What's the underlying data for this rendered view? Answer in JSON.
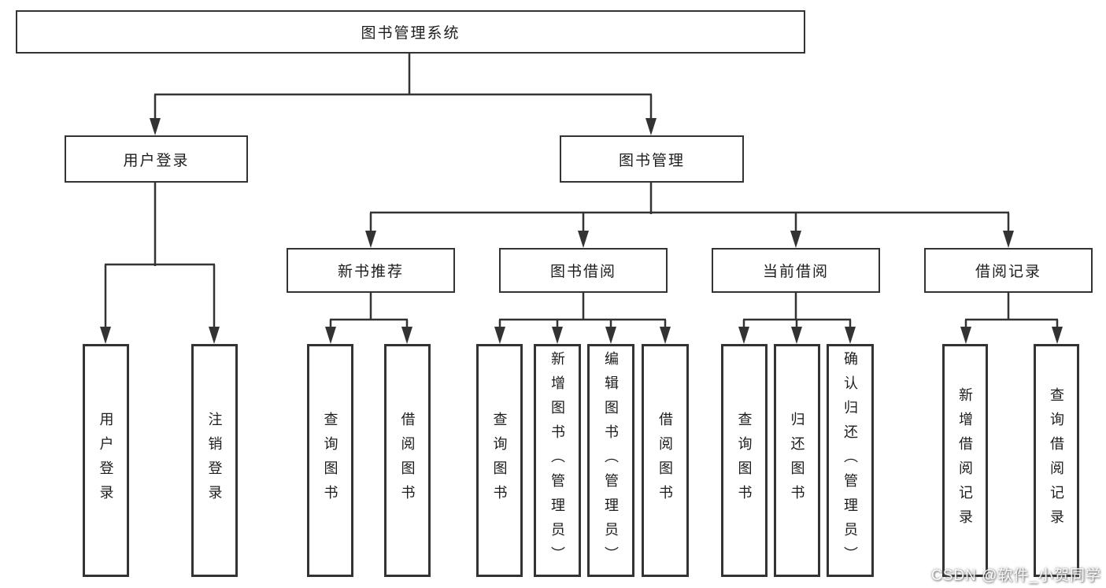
{
  "diagram": {
    "root": "图书管理系统",
    "level2": [
      "用户登录",
      "图书管理"
    ],
    "level3": [
      "新书推荐",
      "图书借阅",
      "当前借阅",
      "借阅记录"
    ],
    "leaves_login": [
      "用户登录",
      "注销登录"
    ],
    "leaves_recommend": [
      "查询图书",
      "借阅图书"
    ],
    "leaves_borrow": [
      "查询图书",
      "新增图书（管理员）",
      "编辑图书（管理员）",
      "借阅图书"
    ],
    "leaves_current": [
      "查询图书",
      "归还图书",
      "确认归还（管理员）"
    ],
    "leaves_records": [
      "新增借阅记录",
      "查询借阅记录"
    ]
  },
  "watermark": "CSDN @软件_小贺同学",
  "colors": {
    "line": "#333333",
    "text": "#1d1d1d",
    "background": "#ffffff"
  }
}
